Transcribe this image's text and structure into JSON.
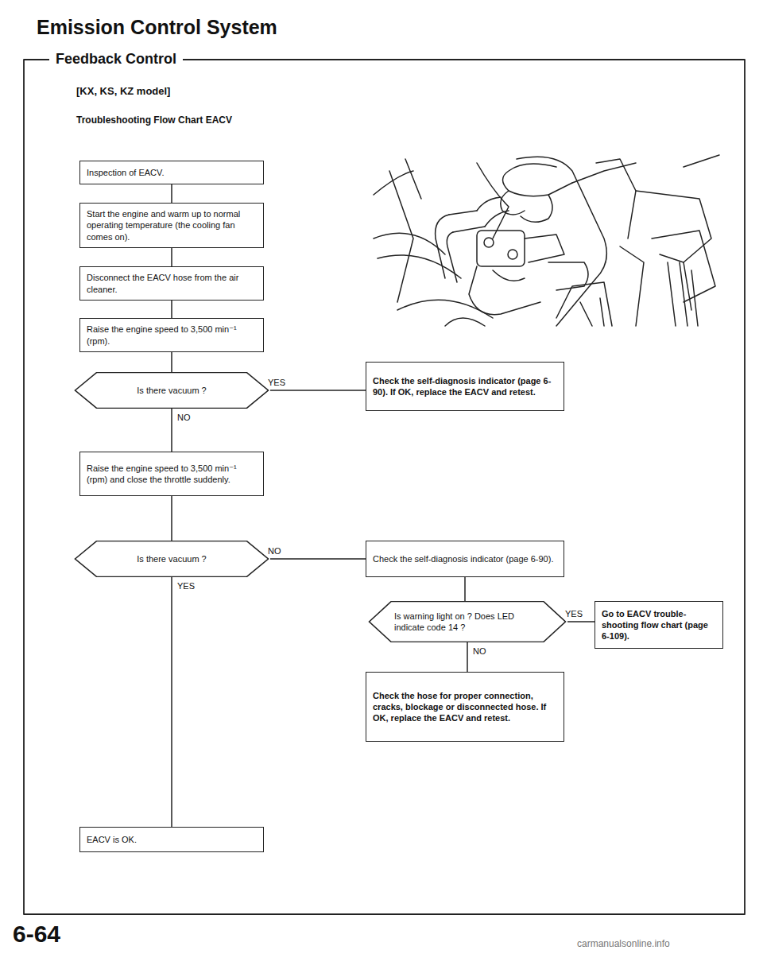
{
  "diagram": {
    "title": "Emission Control System",
    "nodes": [
      {
        "text": [
          "Inspection of EACV."
        ]
      },
      {
        "text": [
          "Start the engine and warm up to normal operating temperature (the cooling fan comes on)."
        ]
      },
      {
        "text": [
          "Disconnect the EACV hose from the air cleaner."
        ]
      },
      {
        "text": [
          "Raise the engine speed to 3,500 min⁻¹ (rpm)."
        ]
      },
      {
        "text": [
          "Is there vacuum ?"
        ]
      },
      {
        "text": [
          "Check the self-diagnosis indicator (page 6-90). If OK, replace the EACV and retest."
        ]
      },
      {
        "text": [
          "Raise the engine speed to 3,500 min⁻¹ (rpm) and close the throttle suddenly."
        ]
      },
      {
        "text": [
          "Is there vacuum ?"
        ]
      },
      {
        "text": [
          "Check the self-diagnosis indicator (page 6-90)."
        ]
      },
      {
        "text": [
          "Is warning light on ? Does LED indicate code 14 ?"
        ]
      },
      {
        "text": [
          "Go to EACV trouble-shooting flow chart (page 6-109)."
        ]
      },
      {
        "text": [
          "Check the hose for proper connection, cracks, blockage or disconnected hose. If OK, replace the EACV and retest."
        ]
      },
      {
        "text": [
          "EACV is OK."
        ]
      }
    ],
    "edges": [
      {
        "from": 0,
        "to": 1,
        "arrow": "none"
      },
      {
        "from": 1,
        "to": 2,
        "arrow": "none"
      },
      {
        "from": 2,
        "to": 3,
        "arrow": "none"
      },
      {
        "from": 3,
        "to": 4,
        "arrow": "none"
      },
      {
        "from": 4,
        "to": 5,
        "label": "YES",
        "arrow": "none"
      },
      {
        "from": 4,
        "to": 6,
        "label": "NO",
        "arrow": "none"
      },
      {
        "from": 6,
        "to": 7,
        "arrow": "none"
      },
      {
        "from": 7,
        "to": 8,
        "label": "NO",
        "arrow": "none"
      },
      {
        "from": 7,
        "to": 12,
        "label": "YES",
        "arrow": "none"
      },
      {
        "from": 8,
        "to": 9,
        "arrow": "none"
      },
      {
        "from": 9,
        "to": 10,
        "label": "YES",
        "arrow": "none"
      },
      {
        "from": 9,
        "to": 11,
        "label": "NO",
        "arrow": "none"
      }
    ],
    "labels": [
      "Feedback Control",
      "[KX, KS, KZ model]",
      "Troubleshooting Flow Chart EACV",
      "6-64",
      "carmanualsonline.info"
    ]
  }
}
